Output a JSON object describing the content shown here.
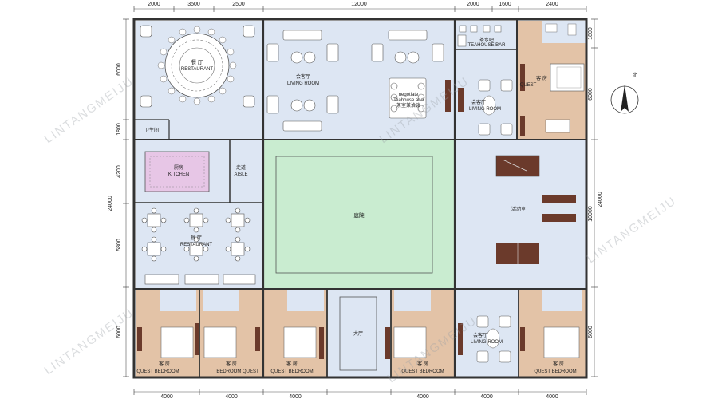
{
  "colors": {
    "wall": "#333333",
    "room_blue": "#dde6f3",
    "courtyard": "#c9ecd0",
    "guest_room": "#e3c3a7",
    "kitchen_fill": "#e7c6e6",
    "furniture_dark": "#6b3a2b",
    "furniture_light": "#ffffff",
    "watermark": "#9aa0a6"
  },
  "dimensions": {
    "top": [
      "2000",
      "3500",
      "2500",
      "12000",
      "2000",
      "1600",
      "2400"
    ],
    "bottom": [
      "4000",
      "4000",
      "4000",
      "4000",
      "4000",
      "4000"
    ],
    "left": [
      "6000",
      "1800",
      "4200",
      "24000",
      "5800",
      "6000"
    ],
    "right": [
      "1800",
      "6000",
      "24000",
      "10000",
      "6000"
    ]
  },
  "rooms": {
    "restaurant_top": {
      "cn": "餐 厅",
      "en": "RESTAURANT"
    },
    "living_room_main": {
      "cn": "会客厅",
      "en": "LIVING ROOM"
    },
    "negotiate": {
      "l1": "negotiate",
      "l2": "Teahouse and",
      "l3": "茶室兼洽谈"
    },
    "teahouse_bar": {
      "cn": "茶水吧",
      "en": "TEAHOUSE BAR"
    },
    "living_room_right": {
      "cn": "会客厅",
      "en": "LIVING ROOM"
    },
    "guest_top_right": {
      "en": "QUEST",
      "cn": "客 房"
    },
    "bathroom": "卫生间",
    "kitchen": {
      "cn": "厨房",
      "en": "KITCHEN"
    },
    "aisle": {
      "cn": "走道",
      "en": "AISLE"
    },
    "courtyard": "庭院",
    "activity": "活动室",
    "restaurant_bottom": {
      "cn": "餐 厅",
      "en": "RESTAURANT"
    },
    "lobby": "大厅",
    "living_room_bottom": {
      "cn": "会客厅",
      "en": "LIVING ROOM"
    },
    "guest_room_label": "客 房",
    "quest_bedroom": "QUEST  BEDROOM",
    "bedroom_quest": "BEDROOM  QUEST"
  },
  "north_label": "北",
  "watermark": {
    "brand": "LINTANGMEIJU"
  }
}
